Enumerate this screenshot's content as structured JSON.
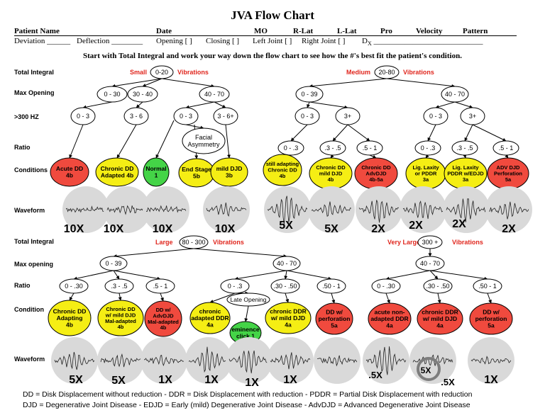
{
  "title": "JVA Flow Chart",
  "header": {
    "patient_name": "Patient Name",
    "date": "Date",
    "mo": "MO",
    "r_lat": "R-Lat",
    "l_lat": "L-Lat",
    "pro": "Pro",
    "velocity": "Velocity",
    "pattern": "Pattern",
    "deviation": "Deviation ______",
    "deflection": "Deflection ________",
    "opening": "Opening  [  ]",
    "closing": "Closing  [  ]",
    "left_joint": "Left Joint [  ]",
    "right_joint": "Right Joint [  ]",
    "dx": "D",
    "dx_sub": "X",
    "dx_line": "____________________________"
  },
  "instructions": "Start with Total Integral and work your way down the flow chart to see how the #'s best fit the patient's condition.",
  "row_labels": {
    "top": [
      "Total Integral",
      "Max Opening",
      ">300 HZ",
      "Ratio",
      "Conditions",
      "Waveform"
    ],
    "bottom": [
      "Total Integral",
      "Max opening",
      "Ratio",
      "Condition",
      "Waveform"
    ]
  },
  "categories": {
    "small": "Small",
    "medium": "Medium",
    "large": "Large",
    "very_large": "Very Large",
    "vibrations": "Vibrations"
  },
  "nodes": {
    "small_total": "0-20",
    "small_open": [
      "0 - 30",
      "30 - 40",
      "40 - 70"
    ],
    "small_hz": [
      "0 - 3",
      "3 - 6",
      "0 - 3",
      "3 - 6+"
    ],
    "facial": [
      "Facial",
      "Asymmetry"
    ],
    "medium_total": "20-80",
    "medium_open": [
      "0 - 39",
      "40 - 70"
    ],
    "medium_hz": [
      "0 - 3",
      "3+",
      "0 - 3",
      "3+"
    ],
    "medium_ratio": [
      "0 - .3",
      ".3 - .5",
      ".5 - 1",
      "0 - .3",
      ".3 - .5",
      ".5 - 1"
    ],
    "large_total": "80 - 300",
    "large_open": [
      "0 - 39",
      "40 - 70"
    ],
    "large_ratio": [
      "0 - .30",
      ".3 - .5",
      ".5 - 1",
      "0 - .3",
      ".30 - .50",
      ".50 - 1"
    ],
    "late_opening": "Late Opening",
    "vlarge_total": "300 +",
    "vlarge_open": "40 - 70",
    "vlarge_ratio": [
      "0 - .30",
      ".30 - .50",
      ".50 - 1"
    ]
  },
  "conditions_top": [
    {
      "lines": [
        "Acute DD",
        "4b"
      ],
      "color": "#f04a3e"
    },
    {
      "lines": [
        "Chronic DD",
        "Adapted 4b"
      ],
      "color": "#f5ee14"
    },
    {
      "lines": [
        "Normal",
        "1"
      ],
      "color": "#44d447"
    },
    {
      "lines": [
        "End Stage",
        "5b"
      ],
      "color": "#f5ee14"
    },
    {
      "lines": [
        "mild DJD",
        "3b"
      ],
      "color": "#f5ee14"
    },
    {
      "lines": [
        "still adapting",
        "Chronic DD",
        "4b"
      ],
      "color": "#f5ee14"
    },
    {
      "lines": [
        "Chronic DD",
        "mild DJD",
        "4b"
      ],
      "color": "#f5ee14"
    },
    {
      "lines": [
        "Chronic DD",
        "AdvDJD",
        "4b-5a"
      ],
      "color": "#f04a3e"
    },
    {
      "lines": [
        "Lig. Laxity",
        "or PDDR",
        "3a"
      ],
      "color": "#f5ee14"
    },
    {
      "lines": [
        "Lig. Laxity",
        "PDDR w/EDJD",
        "3a"
      ],
      "color": "#f5ee14"
    },
    {
      "lines": [
        "ADV DJD",
        "Perforation",
        "5a"
      ],
      "color": "#f04a3e"
    }
  ],
  "conditions_bottom": [
    {
      "lines": [
        "Chronic DD",
        "Adapting",
        "4b"
      ],
      "color": "#f5ee14"
    },
    {
      "lines": [
        "Chronic DD",
        "w/ mild DJD",
        "Mal-adapted",
        "4b"
      ],
      "color": "#f5ee14"
    },
    {
      "lines": [
        "DD w/",
        "AdvDJD",
        "Mal-adapted",
        "4b"
      ],
      "color": "#f04a3e"
    },
    {
      "lines": [
        "chronic",
        "adapted DDR",
        "4a"
      ],
      "color": "#f5ee14"
    },
    {
      "lines": [
        "eminence",
        "click 1"
      ],
      "color": "#44d447"
    },
    {
      "lines": [
        "chronic DDR",
        "w/ mild DJD",
        "4a"
      ],
      "color": "#f5ee14"
    },
    {
      "lines": [
        "DD w/",
        "perforation",
        "5a"
      ],
      "color": "#f04a3e"
    },
    {
      "lines": [
        "acute non-",
        "adapted DDR",
        "4a"
      ],
      "color": "#f04a3e"
    },
    {
      "lines": [
        "chronic DDR",
        "w/ mild DJD",
        "4a"
      ],
      "color": "#f04a3e"
    },
    {
      "lines": [
        "DD w/",
        "perforation",
        "5a"
      ],
      "color": "#f04a3e"
    }
  ],
  "magnification_top": [
    "10X",
    "10X",
    "10X",
    "10X",
    "5X",
    "5X",
    "2X",
    "2X",
    "2X",
    "2X"
  ],
  "magnification_bottom": [
    "5X",
    "5X",
    "1X",
    "1X",
    "1X",
    "1X",
    ".5X",
    "5X",
    ".5X",
    "1X"
  ],
  "legend": [
    "DD = Disk Displacement without reduction - DDR = Disk Displacement with reduction - PDDR = Partial Disk Displacement with reduction",
    "DJD = Degenerative Joint Disease - EDJD = Early (mild) Degenerative Joint Disease - AdvDJD = Advanced Degenerative Joint Disease"
  ],
  "colors": {
    "red": "#f04a3e",
    "yellow": "#f5ee14",
    "green": "#44d447",
    "label_red": "#e0261d",
    "wave_bg": "#d9d9d9"
  }
}
